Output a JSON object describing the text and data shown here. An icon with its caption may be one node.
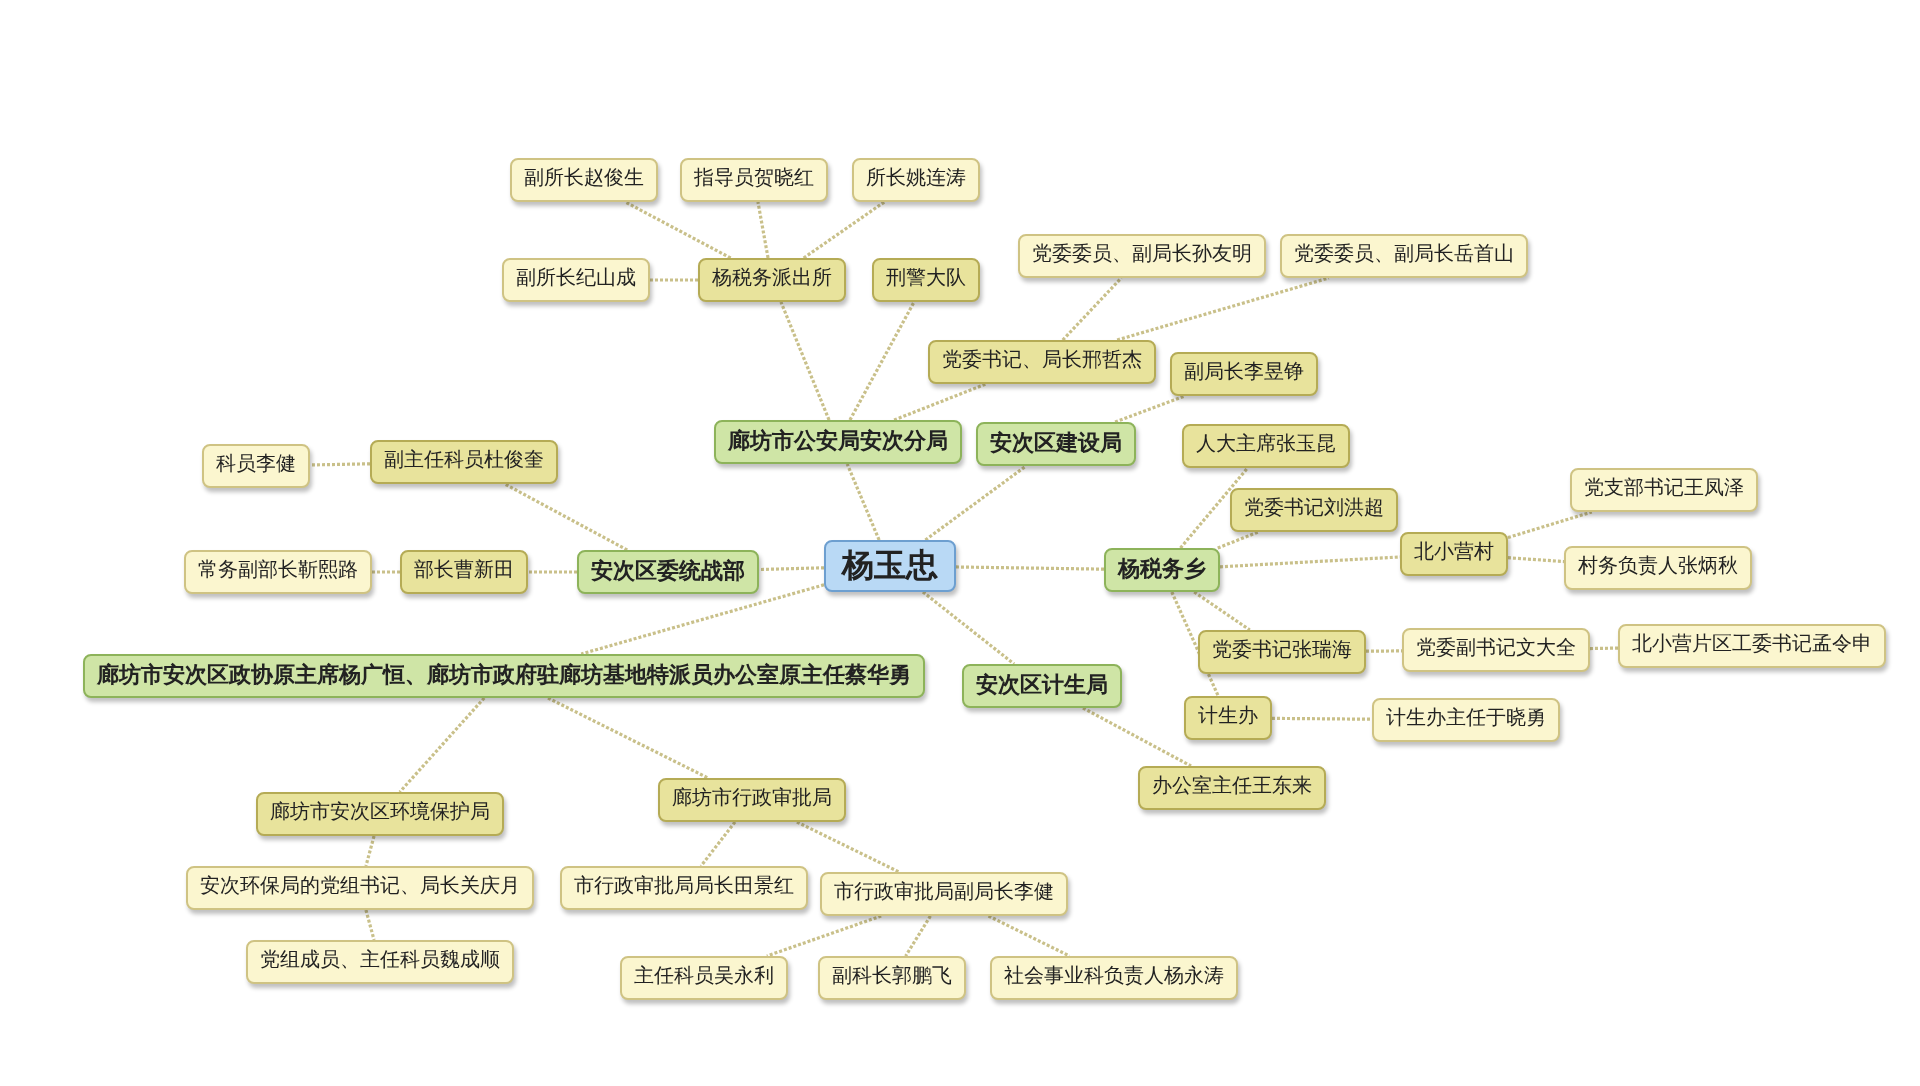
{
  "diagram": {
    "nodes": [
      {
        "text": [
          "杨玉忠"
        ]
      },
      {
        "text": [
          "廊坊市公安局安次分局"
        ]
      },
      {
        "text": [
          "杨税务派出所"
        ]
      },
      {
        "text": [
          "副所长赵俊生"
        ]
      },
      {
        "text": [
          "指导员贺晓红"
        ]
      },
      {
        "text": [
          "所长姚连涛"
        ]
      },
      {
        "text": [
          "副所长纪山成"
        ]
      },
      {
        "text": [
          "刑警大队"
        ]
      },
      {
        "text": [
          "党委书记、局长邢哲杰"
        ]
      },
      {
        "text": [
          "党委委员、副局长孙友明"
        ]
      },
      {
        "text": [
          "党委委员、副局长岳首山"
        ]
      },
      {
        "text": [
          "安次区建设局"
        ]
      },
      {
        "text": [
          "副局长李昱铮"
        ]
      },
      {
        "text": [
          "安次区委统战部"
        ]
      },
      {
        "text": [
          "副主任科员杜俊奎"
        ]
      },
      {
        "text": [
          "科员李健"
        ]
      },
      {
        "text": [
          "部长曹新田"
        ]
      },
      {
        "text": [
          "常务副部长靳熙路"
        ]
      },
      {
        "text": [
          "杨税务乡"
        ]
      },
      {
        "text": [
          "人大主席张玉昆"
        ]
      },
      {
        "text": [
          "党委书记刘洪超"
        ]
      },
      {
        "text": [
          "北小营村"
        ]
      },
      {
        "text": [
          "党支部书记王凤泽"
        ]
      },
      {
        "text": [
          "村务负责人张炳秋"
        ]
      },
      {
        "text": [
          "党委书记张瑞海"
        ]
      },
      {
        "text": [
          "党委副书记文大全"
        ]
      },
      {
        "text": [
          "北小营片区工委书记孟令申"
        ]
      },
      {
        "text": [
          "计生办"
        ]
      },
      {
        "text": [
          "计生办主任于晓勇"
        ]
      },
      {
        "text": [
          "安次区计生局"
        ]
      },
      {
        "text": [
          "办公室主任王东来"
        ]
      },
      {
        "text": [
          "廊坊市安次区政协原主席杨广恒、廊坊市政府驻廊坊基地特派员办公室原主任蔡华勇"
        ]
      },
      {
        "text": [
          "廊坊市安次区环境保护局"
        ]
      },
      {
        "text": [
          "安次环保局的党组书记、局长关庆月"
        ]
      },
      {
        "text": [
          "党组成员、主任科员魏成顺"
        ]
      },
      {
        "text": [
          "廊坊市行政审批局"
        ]
      },
      {
        "text": [
          "市行政审批局局长田景红"
        ]
      },
      {
        "text": [
          "市行政审批局副局长李健"
        ]
      },
      {
        "text": [
          "主任科员吴永利"
        ]
      },
      {
        "text": [
          "副科长郭鹏飞"
        ]
      },
      {
        "text": [
          "社会事业科负责人杨永涛"
        ]
      }
    ],
    "edges": [
      {
        "from": 0,
        "to": 1,
        "arrow": "none"
      },
      {
        "from": 1,
        "to": 2,
        "arrow": "none"
      },
      {
        "from": 2,
        "to": 3,
        "arrow": "none"
      },
      {
        "from": 2,
        "to": 4,
        "arrow": "none"
      },
      {
        "from": 2,
        "to": 5,
        "arrow": "none"
      },
      {
        "from": 2,
        "to": 6,
        "arrow": "none"
      },
      {
        "from": 1,
        "to": 7,
        "arrow": "none"
      },
      {
        "from": 1,
        "to": 8,
        "arrow": "none"
      },
      {
        "from": 8,
        "to": 9,
        "arrow": "none"
      },
      {
        "from": 8,
        "to": 10,
        "arrow": "none"
      },
      {
        "from": 0,
        "to": 11,
        "arrow": "none"
      },
      {
        "from": 11,
        "to": 12,
        "arrow": "none"
      },
      {
        "from": 0,
        "to": 13,
        "arrow": "none"
      },
      {
        "from": 13,
        "to": 14,
        "arrow": "none"
      },
      {
        "from": 14,
        "to": 15,
        "arrow": "none"
      },
      {
        "from": 13,
        "to": 16,
        "arrow": "none"
      },
      {
        "from": 16,
        "to": 17,
        "arrow": "none"
      },
      {
        "from": 0,
        "to": 18,
        "arrow": "none"
      },
      {
        "from": 18,
        "to": 19,
        "arrow": "none"
      },
      {
        "from": 18,
        "to": 20,
        "arrow": "none"
      },
      {
        "from": 18,
        "to": 21,
        "arrow": "none"
      },
      {
        "from": 21,
        "to": 22,
        "arrow": "none"
      },
      {
        "from": 21,
        "to": 23,
        "arrow": "none"
      },
      {
        "from": 18,
        "to": 24,
        "arrow": "none"
      },
      {
        "from": 24,
        "to": 25,
        "arrow": "none"
      },
      {
        "from": 25,
        "to": 26,
        "arrow": "none"
      },
      {
        "from": 18,
        "to": 27,
        "arrow": "none"
      },
      {
        "from": 27,
        "to": 28,
        "arrow": "none"
      },
      {
        "from": 0,
        "to": 29,
        "arrow": "none"
      },
      {
        "from": 29,
        "to": 30,
        "arrow": "none"
      },
      {
        "from": 0,
        "to": 31,
        "arrow": "none"
      },
      {
        "from": 31,
        "to": 32,
        "arrow": "none"
      },
      {
        "from": 32,
        "to": 33,
        "arrow": "none"
      },
      {
        "from": 33,
        "to": 34,
        "arrow": "none"
      },
      {
        "from": 31,
        "to": 35,
        "arrow": "none"
      },
      {
        "from": 35,
        "to": 36,
        "arrow": "none"
      },
      {
        "from": 35,
        "to": 37,
        "arrow": "none"
      },
      {
        "from": 37,
        "to": 38,
        "arrow": "none"
      },
      {
        "from": 37,
        "to": 39,
        "arrow": "none"
      },
      {
        "from": 37,
        "to": 40,
        "arrow": "none"
      }
    ]
  }
}
